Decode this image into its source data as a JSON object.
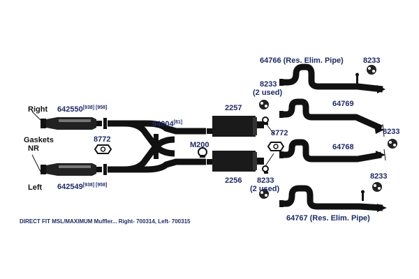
{
  "labels": {
    "right": "Right",
    "left": "Left",
    "gaskets_line1": "Gaskets",
    "gaskets_line2": "NR",
    "cat_right_part": "642550",
    "cat_right_refs": "[938] [958]",
    "cat_left_part": "642549",
    "cat_left_refs": "[938] [958]",
    "gasket_left": "8772",
    "gasket_right": "8772",
    "xpipe_part": "94004",
    "xpipe_ref": "[81]",
    "clamp": "M200",
    "muffler_top": "2257",
    "muffler_bottom": "2256",
    "hanger_upper_left": "8233",
    "hanger_upper_left_note": "(2 used)",
    "hanger_lower_left": "8233",
    "hanger_lower_left_note": "(2 used)",
    "hanger_top_right": "8233",
    "hanger_mid_right": "8233",
    "hanger_bottom_right": "8233",
    "pipe_1": "64766 (Res. Elim. Pipe)",
    "pipe_2": "64769",
    "pipe_3": "64768",
    "pipe_4": "64767 (Res. Elim. Pipe)"
  },
  "caption": "DIRECT FIT MSL/MAXIMUM Muffler... Right- 700314, Left- 700315",
  "colors": {
    "label_text": "#1b2a6b",
    "parts": "#111111",
    "background": "#ffffff"
  },
  "icons": [
    "catalytic-converter-icon",
    "muffler-icon",
    "gasket-icon",
    "hanger-icon",
    "clamp-icon",
    "tailpipe-icon"
  ]
}
